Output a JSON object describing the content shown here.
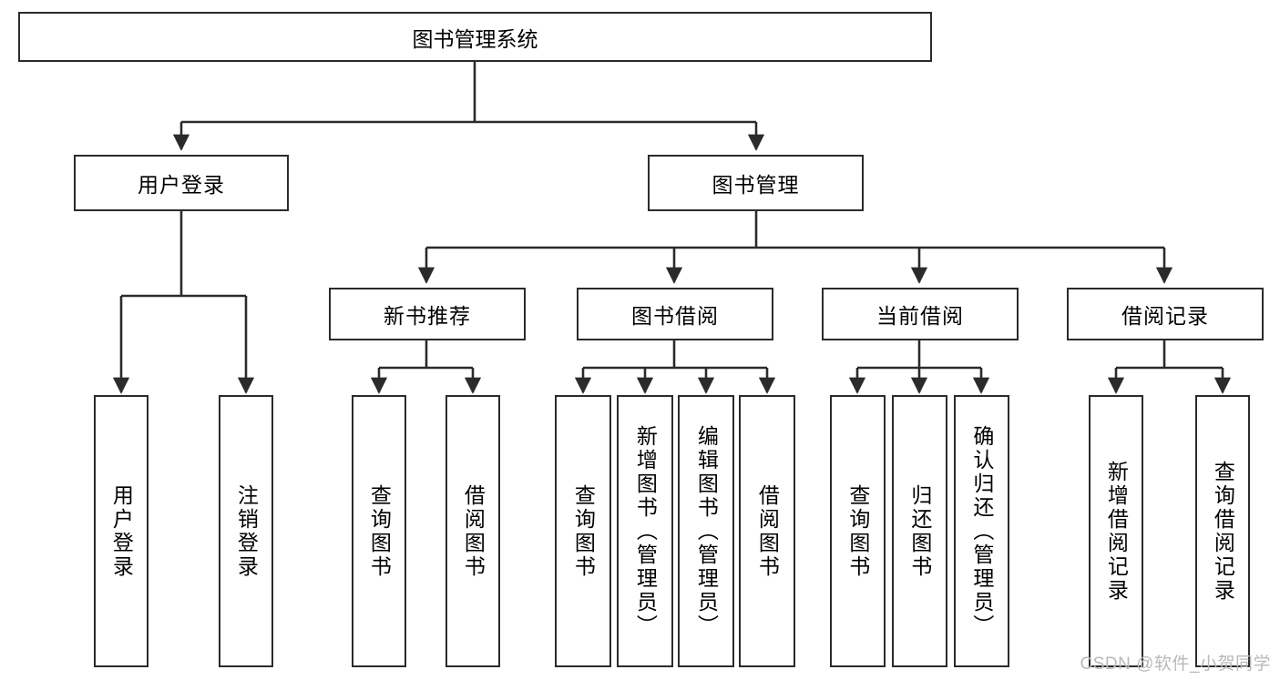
{
  "diagram": {
    "title": "图书管理系统",
    "watermark": "CSDN @软件_小贺同学",
    "line_color": "#2b2b2b",
    "box_fill": "#ffffff",
    "text_color": "#000000",
    "watermark_color": "#b9b9b9"
  },
  "root": {
    "label": "图书管理系统"
  },
  "level2": [
    {
      "label": "用户登录"
    },
    {
      "label": "图书管理"
    }
  ],
  "level3": [
    {
      "label": "新书推荐"
    },
    {
      "label": "图书借阅"
    },
    {
      "label": "当前借阅"
    },
    {
      "label": "借阅记录"
    }
  ],
  "leaves": {
    "user_login": [
      {
        "label": "用户登录"
      },
      {
        "label": "注销登录"
      }
    ],
    "new_book": [
      {
        "label": "查询图书"
      },
      {
        "label": "借阅图书"
      }
    ],
    "book_borrow": [
      {
        "label": "查询图书"
      },
      {
        "label": "新增图书（管理员）"
      },
      {
        "label": "编辑图书（管理员）"
      },
      {
        "label": "借阅图书"
      }
    ],
    "current_borrow": [
      {
        "label": "查询图书"
      },
      {
        "label": "归还图书"
      },
      {
        "label": "确认归还（管理员）"
      }
    ],
    "borrow_record": [
      {
        "label": "新增借阅记录"
      },
      {
        "label": "查询借阅记录"
      }
    ]
  }
}
